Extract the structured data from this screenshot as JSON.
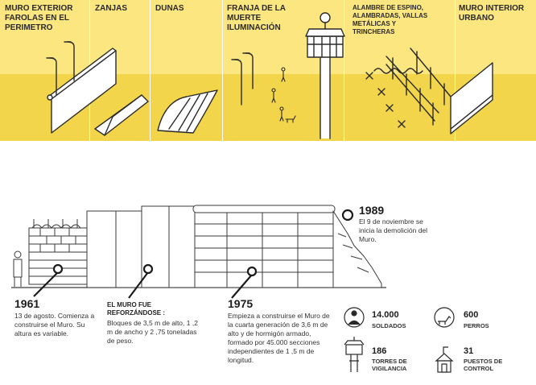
{
  "sections": [
    {
      "label": "MURO EXTERIOR FAROLAS EN EL PERIMETRO"
    },
    {
      "label": "ZANJAS"
    },
    {
      "label": "DUNAS"
    },
    {
      "label": "FRANJA DE LA MUERTE ILUMINACIÓN"
    },
    {
      "label": "ALAMBRE DE ESPINO, ALAMBRADAS, VALLAS METÁLICAS Y TRINCHERAS"
    },
    {
      "label": "MURO INTERIOR URBANO"
    }
  ],
  "timeline": {
    "t1961": {
      "year": "1961",
      "text": "13 de agosto. Comienza a construirse el Muro. Su altura es variable."
    },
    "reforz": {
      "heading": "EL MURO FUE REFORZÁNDOSE :",
      "text": "Bloques de 3,5 m de alto, 1 ,2 m de ancho y 2 ,75 toneladas de peso."
    },
    "t1975": {
      "year": "1975",
      "text": "Empieza a construirse el Muro de la cuarta generación de 3,6 m de alto y de hormigón armado, formado por 45.000 secciones independientes de 1 ,5 m de longitud."
    },
    "t1989": {
      "year": "1989",
      "text": "El 9 de noviembre se inicia la demolición del Muro."
    }
  },
  "stats": [
    {
      "number": "14.000",
      "label": "SOLDADOS",
      "icon": "soldier-icon"
    },
    {
      "number": "600",
      "label": "PERROS",
      "icon": "dog-icon"
    },
    {
      "number": "186",
      "label": "TORRES DE VIGILANCIA",
      "icon": "watchtower-icon"
    },
    {
      "number": "31",
      "label": "PUESTOS DE CONTROL",
      "icon": "checkpoint-icon"
    }
  ],
  "colors": {
    "band": "#fbe680",
    "floor": "#f2d54a",
    "ink": "#2a2a2a"
  }
}
